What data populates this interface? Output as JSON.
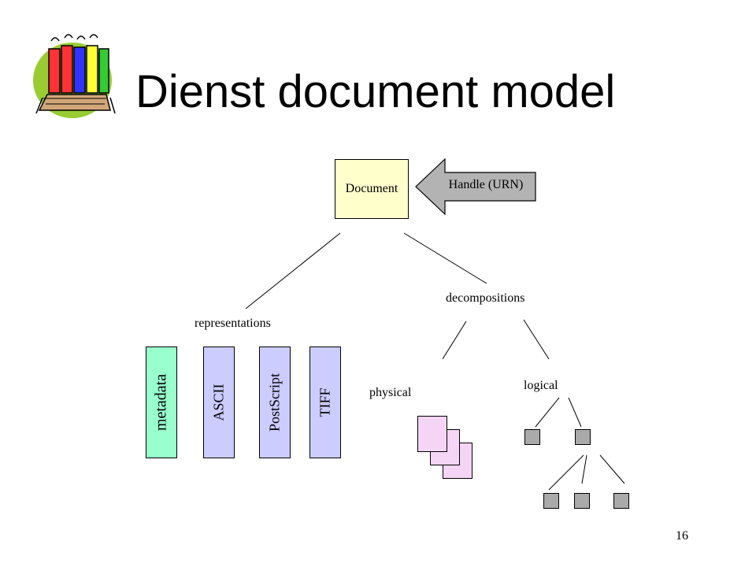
{
  "slide": {
    "title": "Dienst document model",
    "page_number": "16"
  },
  "colors": {
    "document_fill": "#ffffcc",
    "handle_fill": "#b3b3b3",
    "metadata_fill": "#99ffcc",
    "format_fill": "#ccccff",
    "page_fill": "#f5d5f5",
    "node_fill": "#aaaaaa"
  },
  "diagram": {
    "document_label": "Document",
    "handle_label": "Handle (URN)",
    "representations_label": "representations",
    "decompositions_label": "decompositions",
    "physical_label": "physical",
    "logical_label": "logical",
    "representations": [
      "metadata",
      "ASCII",
      "PostScript",
      "TIFF"
    ]
  }
}
